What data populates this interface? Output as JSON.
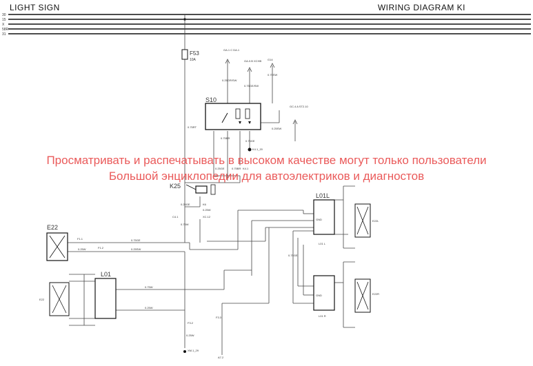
{
  "header": {
    "left_title": "LIGHT SIGN",
    "right_title": "WIRING DIAGRAM KI"
  },
  "bus_labels": [
    "30",
    "15",
    "X",
    "58R",
    "31"
  ],
  "components": {
    "f53": {
      "id": "F53",
      "rating": "10A"
    },
    "s10": {
      "id": "S10"
    },
    "k25": {
      "id": "K25"
    },
    "e22": {
      "id": "E22"
    },
    "l01": {
      "id": "L01"
    },
    "l01l": {
      "id": "L01L"
    },
    "l01l_sub": "L01 L",
    "l01r_sub": "L01 R",
    "gnd": "GND",
    "lamp_left_label": "E22L",
    "lamp_right_label": "E22R",
    "lamp_mid_label": "E22"
  },
  "wires": {
    "w1": "0.25GR/SW",
    "w2": "0.75GE/SW",
    "w3": "0.75SW",
    "w4": "0.75RT",
    "w5": "0.25SW",
    "w6": "0.75BR",
    "w7": "0.75GE",
    "w8": "0.25GE",
    "w9": "0.75BR",
    "w10": "0.25GE",
    "w11": "0.25W",
    "w12": "0.75W",
    "w13": "0.75GE",
    "w14": "0.25SW",
    "w15": "0.25W",
    "w16": "0.75W",
    "w17": "0.25W",
    "w18": "0.75GE",
    "w19": "0.25W"
  },
  "connectors": {
    "c1": "GA.1 C\nDA.1",
    "c2": "GA.0.B\nXCHB",
    "c3": "G14",
    "c4": "GC.4 A\nST2.10",
    "c5": "K4.1_20",
    "c6": "K4.1",
    "c7": "C4.1",
    "c8": "XC.12",
    "c9": "F1.1",
    "c10": "F1.2",
    "c11": "K6",
    "c12": "F3.2",
    "c13": "F3.3",
    "c14": "XM.1_29",
    "c15": "A7.2"
  },
  "watermark": {
    "line1": "Просматривать и распечатывать в высоком качестве могут только пользователи",
    "line2": "Большой энциклопедии для автоэлектриков и диагностов"
  }
}
